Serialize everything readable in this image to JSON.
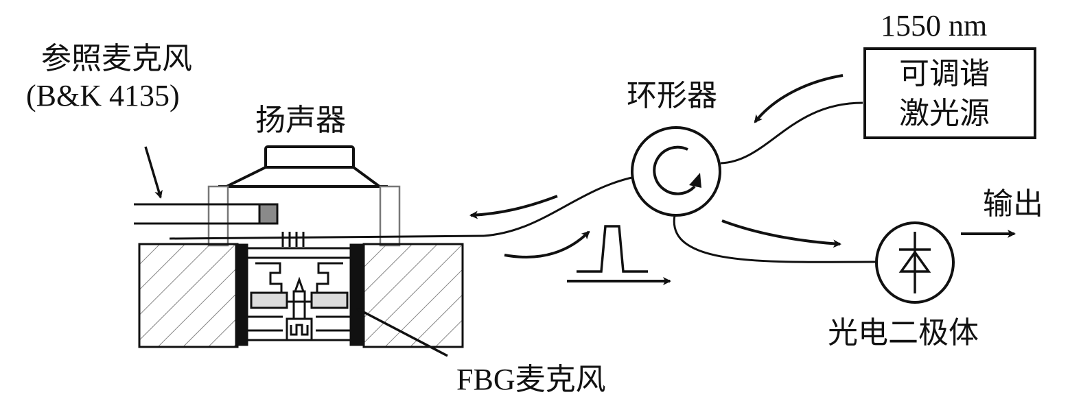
{
  "labels": {
    "reference_mic": "参照麦克风",
    "reference_mic_model": "(B&K 4135)",
    "speaker": "扬声器",
    "circulator": "环形器",
    "wavelength": "1550 nm",
    "laser_line1": "可调谐",
    "laser_line2": "激光源",
    "output": "输出",
    "photodiode": "光电二极体",
    "fbg_mic": "FBG麦克风"
  },
  "colors": {
    "stroke": "#111111",
    "hatch_fill": "#ffffff",
    "component_fill": "#dcdcdc",
    "sensor_square": "#8a8a8a"
  }
}
